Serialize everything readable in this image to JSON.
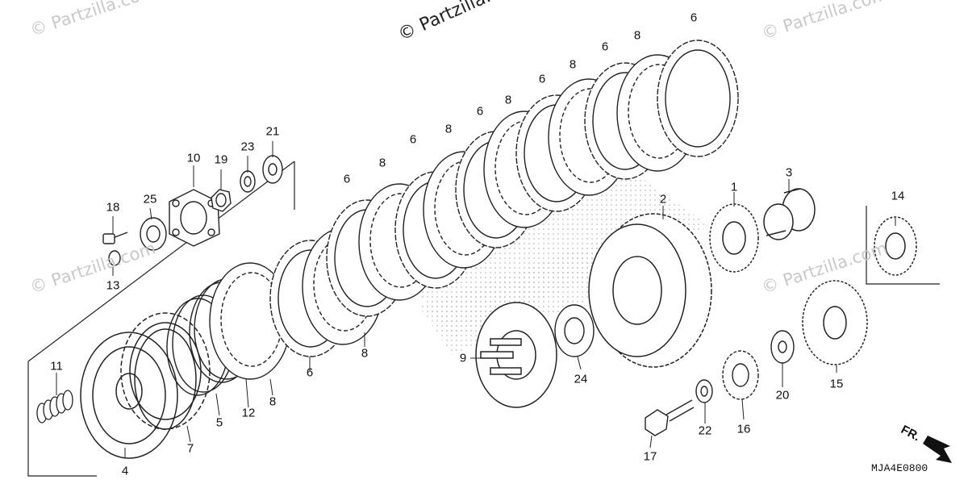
{
  "diagram": {
    "watermarks": [
      "© Partzilla.com",
      "© Partzilla.com",
      "© Partzilla.com",
      "© Partzilla.com",
      "© Partzilla.com"
    ],
    "diagram_code": "MJA4E0800",
    "front_label": "FR.",
    "callouts": [
      "1",
      "2",
      "3",
      "4",
      "5",
      "6",
      "6",
      "6",
      "6",
      "6",
      "6",
      "6",
      "6",
      "6",
      "7",
      "8",
      "8",
      "8",
      "8",
      "8",
      "8",
      "8",
      "8",
      "9",
      "10",
      "11",
      "12",
      "13",
      "14",
      "15",
      "16",
      "17",
      "18",
      "19",
      "20",
      "21",
      "22",
      "23",
      "24",
      "25"
    ]
  }
}
